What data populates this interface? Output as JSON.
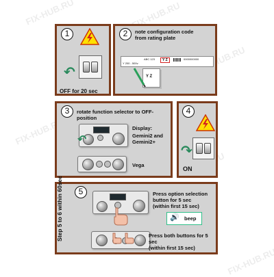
{
  "watermark": "FIX-HUB.RU",
  "steps": {
    "s1": {
      "number": "1",
      "caption": "OFF for 20 sec"
    },
    "s2": {
      "number": "2",
      "title": "note configuration code\nfrom rating plate",
      "plate_code": "Y Z",
      "plate_text_1": "ABC 123",
      "plate_text_2": "Y 200 - 500v",
      "plate_text_3": "0000000000",
      "label_yz": "Y Z"
    },
    "s3": {
      "number": "3",
      "title": "rotate function selector to OFF-position",
      "display_label": "Display:",
      "models_1": "Gemini2 and\nGemini2+",
      "models_2": "Vega"
    },
    "s4": {
      "number": "4",
      "caption": "ON"
    },
    "s5": {
      "number": "5",
      "side_label": "Step 5 to 6 within 60sec",
      "instruction_1": "Press option selection\nbutton for 5 sec\n(within first 15 sec)",
      "beep": "beep",
      "instruction_2": "Press both buttons for 5 sec\n(within first 15 sec)"
    }
  },
  "colors": {
    "frame": "#7a3b1b",
    "panel": "#d3d3d3",
    "warning": "#ffe000",
    "bolt": "#d32020",
    "arrow": "#2a8a5c",
    "beep_border": "#2fbf88"
  },
  "icons": [
    "warning-electric-icon",
    "wall-switch-icon",
    "rotate-arrow-icon",
    "hand-pointer-icon",
    "speaker-icon",
    "pen-icon"
  ]
}
